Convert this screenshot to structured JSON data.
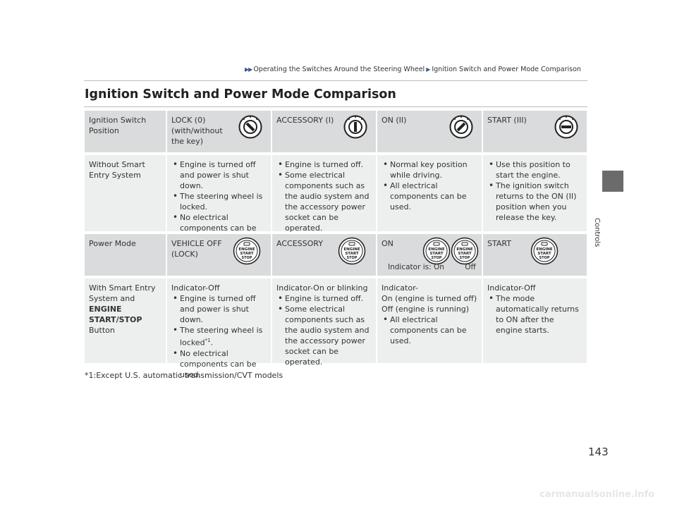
{
  "breadcrumb": {
    "items": [
      "Operating the Switches Around the Steering Wheel",
      "Ignition Switch and Power Mode Comparison"
    ]
  },
  "title": "Ignition Switch and Power Mode Comparison",
  "side_tab": {
    "label": "Controls"
  },
  "table": {
    "ignition_header": {
      "label": "Ignition Switch Position",
      "cols": [
        "LOCK (0)\n(with/without\nthe key)",
        "ACCESSORY (I)",
        "ON (II)",
        "START (III)"
      ]
    },
    "without_smart_entry": {
      "label": "Without Smart Entry System",
      "lock": [
        "Engine is turned off and power is shut down.",
        "The steering wheel is locked.",
        "No electrical components can be used."
      ],
      "accessory": [
        "Engine is turned off.",
        "Some electrical components such as the audio system and the accessory power socket can be operated."
      ],
      "on": [
        "Normal key position while driving.",
        "All electrical components can be used."
      ],
      "start": [
        "Use this position to start the engine.",
        "The ignition switch returns to the ON (II) position when you release the key."
      ]
    },
    "power_mode_header": {
      "label": "Power Mode",
      "cols": [
        "VEHICLE OFF\n(LOCK)",
        "ACCESSORY",
        "ON",
        "START"
      ],
      "indicator_is": "Indicator is: On",
      "indicator_off": "Off",
      "button_text": {
        "line1": "ENGINE",
        "line2": "START",
        "line3": "STOP"
      }
    },
    "with_smart_entry": {
      "label_prefix": "With Smart Entry System and",
      "label_bold": "ENGINE START/STOP",
      "label_suffix": "Button",
      "lock_title": "Indicator-Off",
      "lock": [
        "Engine is turned off and power is shut down.",
        "The steering wheel is locked",
        "No electrical components can be used."
      ],
      "lock_footnote_mark": "*1",
      "lock_period": ".",
      "accessory_title": "Indicator-On or blinking",
      "accessory": [
        "Engine is turned off.",
        "Some electrical components such as the audio system and the accessory power socket can be operated."
      ],
      "on_title": "Indicator-\nOn (engine is turned off)\nOff (engine is running)",
      "on": [
        "All electrical components can be used."
      ],
      "start_title": "Indicator-Off",
      "start": [
        "The mode automatically returns to ON after the engine starts."
      ]
    }
  },
  "footnote": "*1:Except U.S. automatic transmission/CVT models",
  "page_number": "143",
  "watermark": "carmanualsonline.info"
}
